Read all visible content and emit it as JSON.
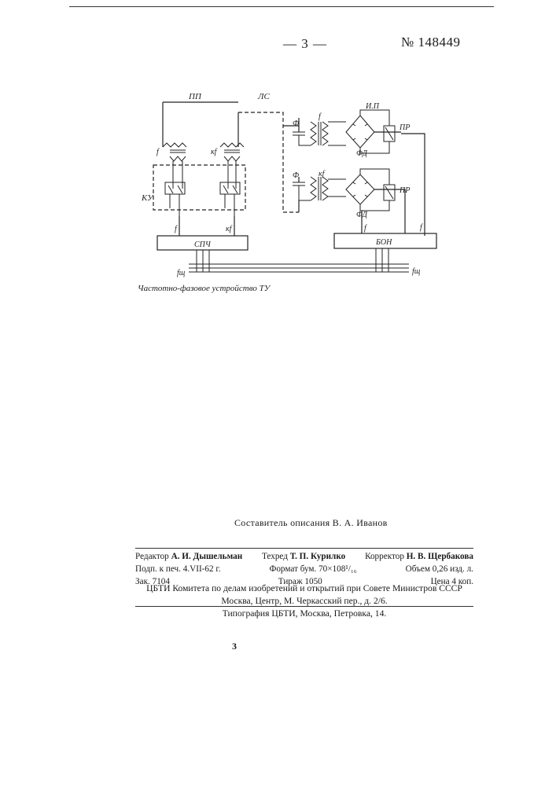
{
  "header": {
    "page_number": "— 3 —",
    "patent_number": "№ 148449"
  },
  "diagram": {
    "labels": {
      "pp": "ПП",
      "ls": "ЛС",
      "f_left": "f",
      "kf_left": "кf",
      "ku": "КУ",
      "f_ku": "f",
      "kf_ku": "кf",
      "spch": "СПЧ",
      "fsh_left": "fщ",
      "phi_top": "Ф",
      "f_top": "f",
      "ip": "И.П",
      "pr_top": "ПР",
      "fd_top": "ФД",
      "phi_bottom": "Ф",
      "kf_bottom": "кf",
      "pr_bottom": "ПР",
      "fd_bottom": "ФД",
      "f_bon_left": "f",
      "f_bon_right": "f",
      "bon": "БОН",
      "fsh_right": "fщ"
    },
    "caption": "Частотно-фазовое устройство ТУ"
  },
  "colophon": {
    "compiler": "Составитель описания В. А. Иванов",
    "editor_label": "Редактор",
    "editor_name": "А. И. Дышельман",
    "techred_label": "Техред",
    "techred_name": "Т. П. Курилко",
    "corrector_label": "Корректор",
    "corrector_name": "Н. В. Щербакова",
    "signed": "Подп. к печ. 4.VII-62 г.",
    "format": "Формат бум. 70×108¹/₁₆",
    "volume": "Объем 0,26 изд. л.",
    "order": "Зак. 7104",
    "print_run": "Тираж 1050",
    "price": "Цена 4 коп.",
    "publisher_line1": "ЦБТИ Комитета по делам изобретений и открытий при Совете Министров СССР",
    "publisher_line2": "Москва, Центр, М. Черкасский пер., д. 2/6.",
    "printing_house": "Типография ЦБТИ, Москва, Петровка, 14."
  },
  "footer": {
    "page_number": "3"
  }
}
